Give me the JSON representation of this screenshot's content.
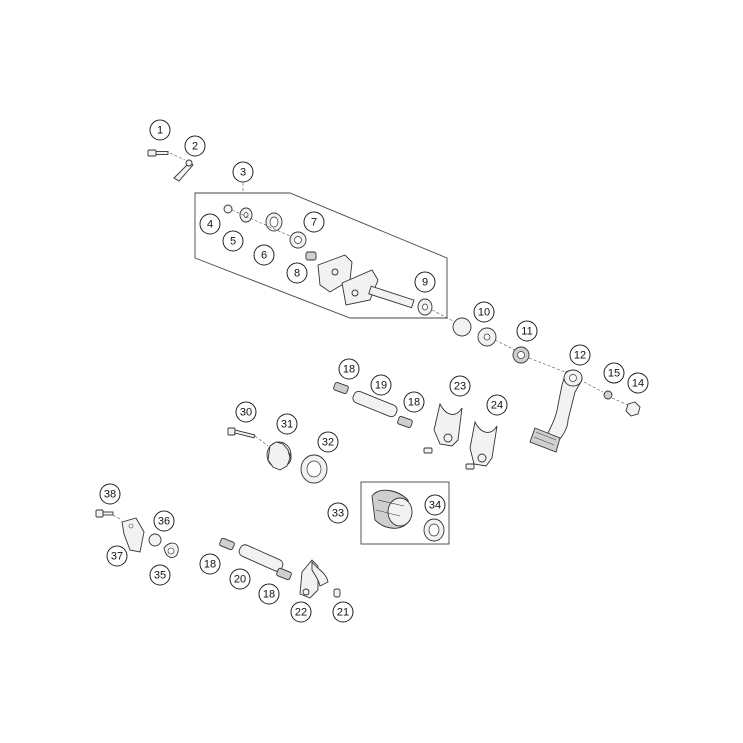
{
  "callouts": [
    {
      "id": "c1",
      "label": "1"
    },
    {
      "id": "c2",
      "label": "2"
    },
    {
      "id": "c3",
      "label": "3"
    },
    {
      "id": "c4",
      "label": "4"
    },
    {
      "id": "c5",
      "label": "5"
    },
    {
      "id": "c6",
      "label": "6"
    },
    {
      "id": "c7",
      "label": "7"
    },
    {
      "id": "c8",
      "label": "8"
    },
    {
      "id": "c9",
      "label": "9"
    },
    {
      "id": "c10",
      "label": "10"
    },
    {
      "id": "c11",
      "label": "11"
    },
    {
      "id": "c12",
      "label": "12"
    },
    {
      "id": "c15",
      "label": "15"
    },
    {
      "id": "c14",
      "label": "14"
    },
    {
      "id": "c18a",
      "label": "18"
    },
    {
      "id": "c19",
      "label": "19"
    },
    {
      "id": "c18b",
      "label": "18"
    },
    {
      "id": "c23",
      "label": "23"
    },
    {
      "id": "c24",
      "label": "24"
    },
    {
      "id": "c30",
      "label": "30"
    },
    {
      "id": "c31",
      "label": "31"
    },
    {
      "id": "c32",
      "label": "32"
    },
    {
      "id": "c33",
      "label": "33"
    },
    {
      "id": "c34",
      "label": "34"
    },
    {
      "id": "c38",
      "label": "38"
    },
    {
      "id": "c36",
      "label": "36"
    },
    {
      "id": "c37",
      "label": "37"
    },
    {
      "id": "c35",
      "label": "35"
    },
    {
      "id": "c18c",
      "label": "18"
    },
    {
      "id": "c20",
      "label": "20"
    },
    {
      "id": "c18d",
      "label": "18"
    },
    {
      "id": "c22",
      "label": "22"
    },
    {
      "id": "c21",
      "label": "21"
    }
  ]
}
